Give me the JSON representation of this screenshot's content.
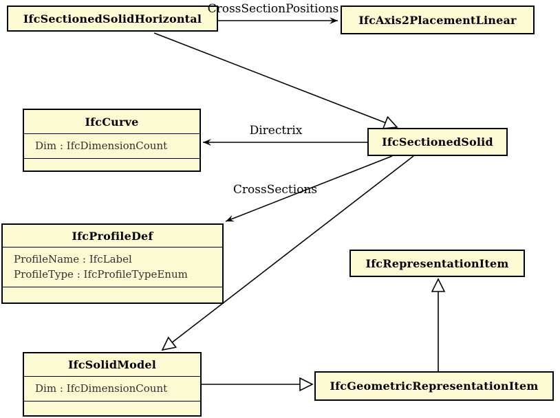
{
  "diagram": {
    "kind": "uml-class-diagram",
    "colors": {
      "node_fill": "#FCFAD2",
      "node_border": "#000000",
      "edge_line": "#000000",
      "title_text": "#000000",
      "attribute_text": "#303030"
    },
    "nodes": [
      {
        "id": "IfcSectionedSolidHorizontal",
        "title": "IfcSectionedSolidHorizontal",
        "attributes": []
      },
      {
        "id": "IfcAxis2PlacementLinear",
        "title": "IfcAxis2PlacementLinear",
        "attributes": []
      },
      {
        "id": "IfcCurve",
        "title": "IfcCurve",
        "attributes": [
          "Dim : IfcDimensionCount"
        ]
      },
      {
        "id": "IfcSectionedSolid",
        "title": "IfcSectionedSolid",
        "attributes": []
      },
      {
        "id": "IfcProfileDef",
        "title": "IfcProfileDef",
        "attributes": [
          "ProfileName : IfcLabel",
          "ProfileType : IfcProfileTypeEnum"
        ]
      },
      {
        "id": "IfcRepresentationItem",
        "title": "IfcRepresentationItem",
        "attributes": []
      },
      {
        "id": "IfcSolidModel",
        "title": "IfcSolidModel",
        "attributes": [
          "Dim : IfcDimensionCount"
        ]
      },
      {
        "id": "IfcGeometricRepresentationItem",
        "title": "IfcGeometricRepresentationItem",
        "attributes": []
      }
    ],
    "edges": [
      {
        "from": "IfcSectionedSolidHorizontal",
        "to": "IfcAxis2PlacementLinear",
        "label": "CrossSectionPositions",
        "kind": "association"
      },
      {
        "from": "IfcSectionedSolidHorizontal",
        "to": "IfcSectionedSolid",
        "label": "",
        "kind": "generalization"
      },
      {
        "from": "IfcSectionedSolid",
        "to": "IfcCurve",
        "label": "Directrix",
        "kind": "association"
      },
      {
        "from": "IfcSectionedSolid",
        "to": "IfcProfileDef",
        "label": "CrossSections",
        "kind": "association"
      },
      {
        "from": "IfcSectionedSolid",
        "to": "IfcSolidModel",
        "label": "",
        "kind": "generalization"
      },
      {
        "from": "IfcSolidModel",
        "to": "IfcGeometricRepresentationItem",
        "label": "",
        "kind": "generalization"
      },
      {
        "from": "IfcGeometricRepresentationItem",
        "to": "IfcRepresentationItem",
        "label": "",
        "kind": "generalization"
      }
    ]
  }
}
